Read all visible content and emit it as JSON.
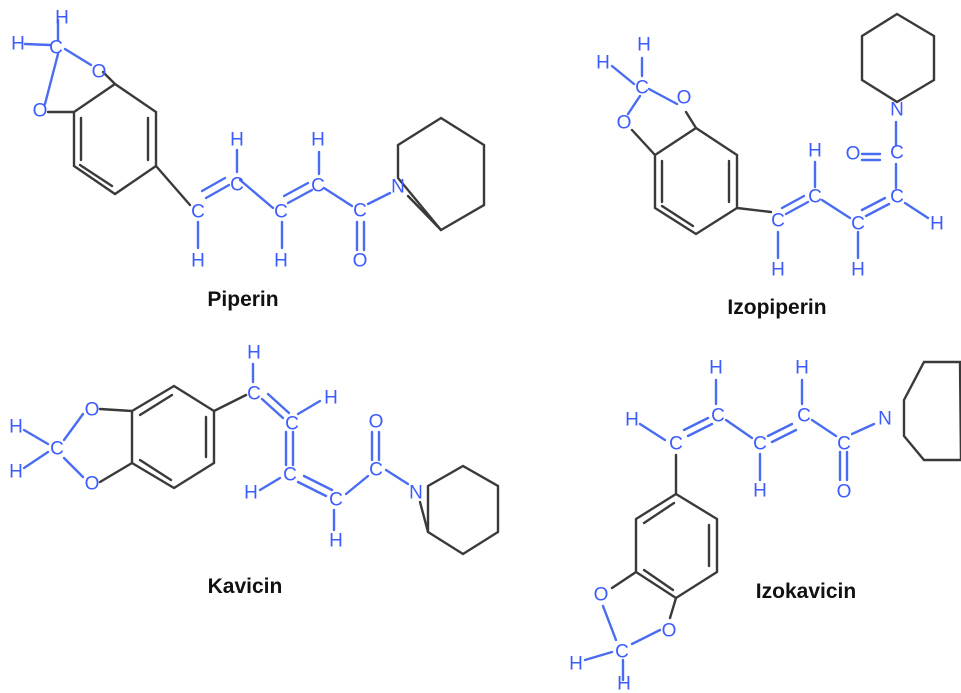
{
  "atoms": {
    "C": "C",
    "H": "H",
    "O": "O",
    "N": "N"
  },
  "molecules": [
    {
      "name": "Piperin"
    },
    {
      "name": "Izopiperin"
    },
    {
      "name": "Kavicin"
    },
    {
      "name": "Izokavicin"
    }
  ],
  "colors": {
    "bond": "#3a3a3a",
    "atom_label": "#3d5cff",
    "name_label": "#111111"
  }
}
